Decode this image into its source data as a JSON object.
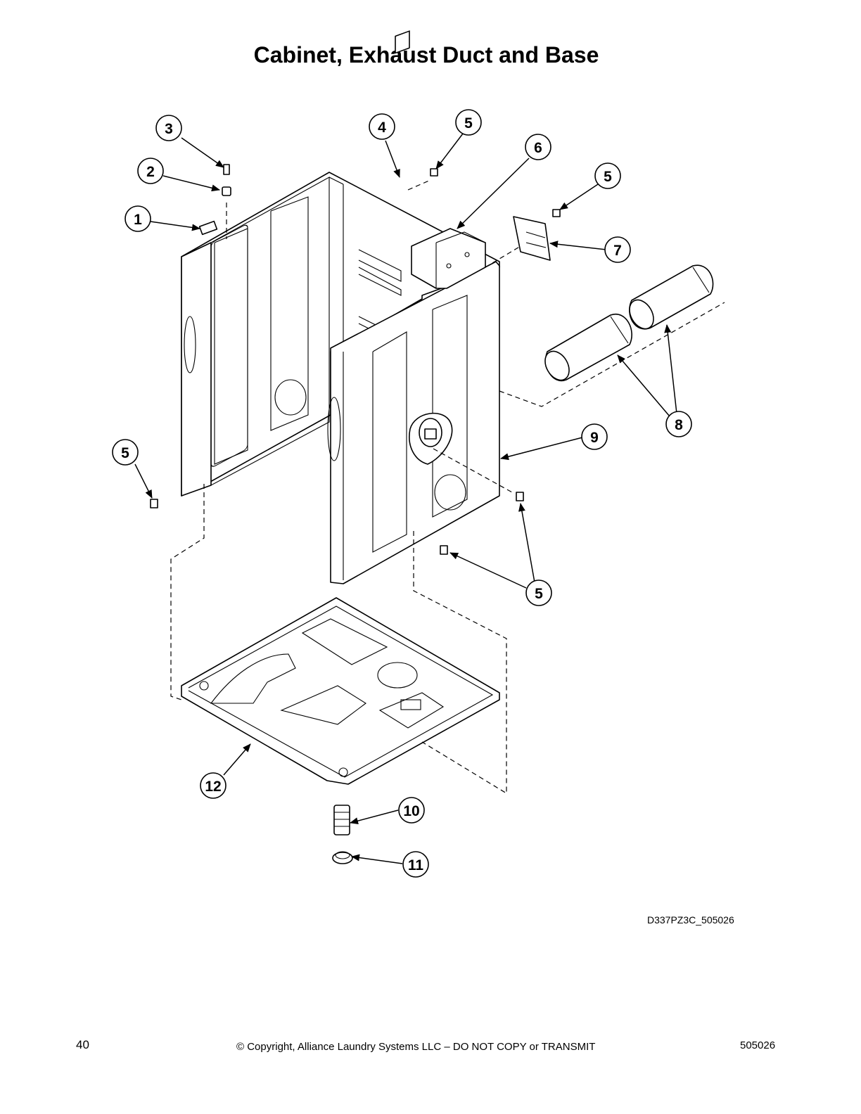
{
  "title": "Cabinet, Exhaust Duct and Base",
  "callouts": [
    "1",
    "2",
    "3",
    "4",
    "5",
    "6",
    "7",
    "8",
    "9",
    "10",
    "11",
    "12"
  ],
  "parts": [
    {
      "id": "1"
    },
    {
      "id": "2"
    },
    {
      "id": "3"
    },
    {
      "id": "4"
    },
    {
      "id": "5"
    },
    {
      "id": "6"
    },
    {
      "id": "7"
    },
    {
      "id": "8"
    },
    {
      "id": "9"
    },
    {
      "id": "10"
    },
    {
      "id": "11"
    },
    {
      "id": "12"
    }
  ],
  "drawing_id": "D337PZ3C_505026",
  "footer": {
    "page_number": "40",
    "copyright": "© Copyright, Alliance Laundry Systems LLC – DO NOT COPY or TRANSMIT",
    "document_number": "505026"
  }
}
